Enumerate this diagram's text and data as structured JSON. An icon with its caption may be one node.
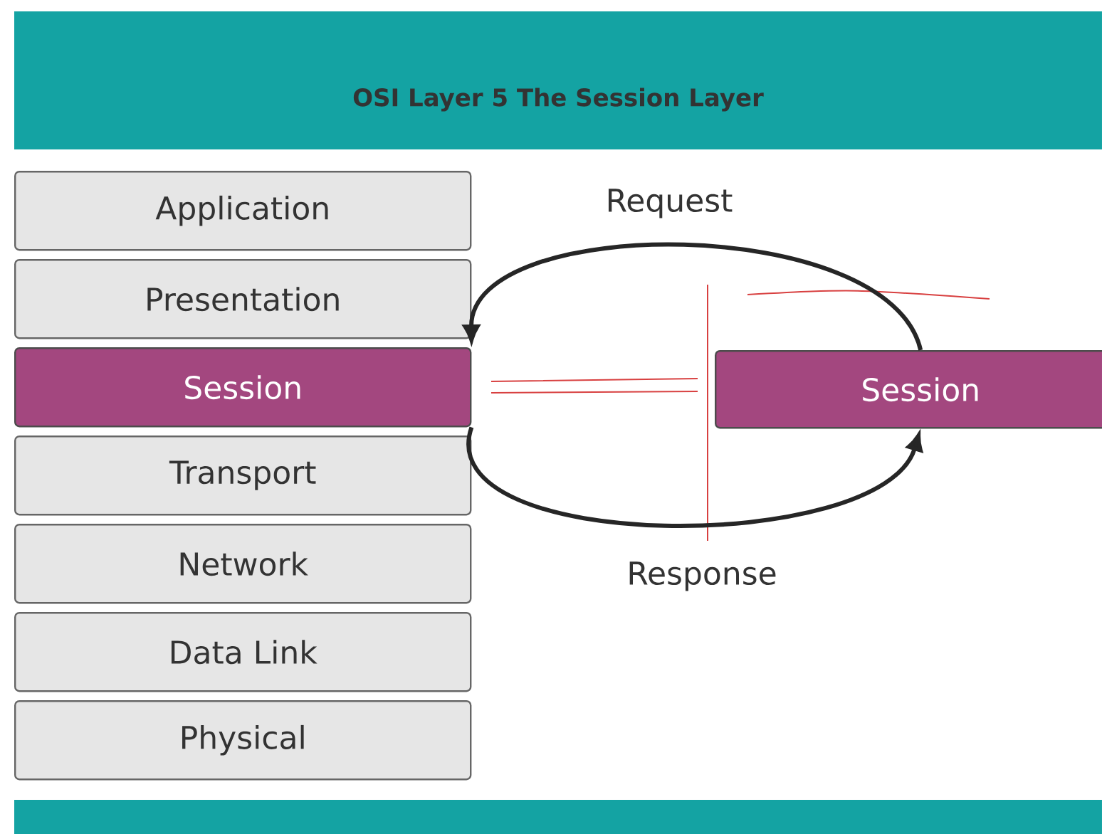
{
  "diagram": {
    "title": "OSI Layer 5 The Session Layer",
    "nodes": [
      {
        "text": [
          "Application"
        ]
      },
      {
        "text": [
          "Presentation"
        ]
      },
      {
        "text": [
          "Session"
        ]
      },
      {
        "text": [
          "Transport"
        ]
      },
      {
        "text": [
          "Network"
        ]
      },
      {
        "text": [
          "Data Link"
        ]
      },
      {
        "text": [
          "Physical"
        ]
      },
      {
        "text": [
          "Session"
        ]
      }
    ],
    "edges": [
      {
        "from": 7,
        "to": 2,
        "arrow": "to",
        "label": "Request"
      },
      {
        "from": 2,
        "to": 7,
        "arrow": "to",
        "label": "Response"
      }
    ]
  }
}
